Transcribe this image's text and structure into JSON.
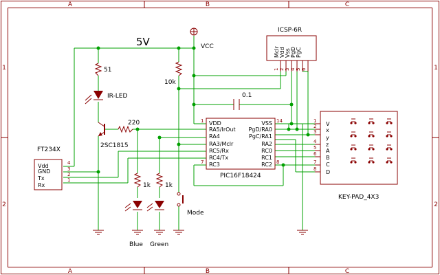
{
  "frame": {
    "cols": [
      "A",
      "B",
      "C"
    ],
    "rows": [
      "1",
      "2"
    ]
  },
  "supply": {
    "net_5v": "5V",
    "vcc": "VCC"
  },
  "ftdi": {
    "ref": "FT234X",
    "pins": [
      {
        "num": "4",
        "name": "Vdd"
      },
      {
        "num": "3",
        "name": "GND"
      },
      {
        "num": "2",
        "name": "Tx"
      },
      {
        "num": "1",
        "name": "Rx"
      }
    ]
  },
  "ir": {
    "resistor": "51",
    "led": "IR-LED",
    "transistor": "2SC1815",
    "base_resistor": "220"
  },
  "pullup": {
    "value": "10k"
  },
  "cap": {
    "value": "0.1"
  },
  "leds": {
    "resistor1": "1k",
    "resistor2": "1k",
    "led1": "Blue",
    "led2": "Green"
  },
  "mode_switch": {
    "label": "Mode"
  },
  "icsp": {
    "ref": "ICSP-6R",
    "pins": [
      {
        "num": "1",
        "name": "Mclr"
      },
      {
        "num": "2",
        "name": "Vdd"
      },
      {
        "num": "3",
        "name": "Vss"
      },
      {
        "num": "4",
        "name": "PgD"
      },
      {
        "num": "5",
        "name": "PgC"
      },
      {
        "num": "6",
        "name": ""
      }
    ]
  },
  "mcu": {
    "ref": "PIC16F18424",
    "left": [
      {
        "num": "1",
        "name": "VDD"
      },
      {
        "num": "",
        "name": "RA5/IrOut"
      },
      {
        "num": "",
        "name": "RA4"
      },
      {
        "num": "",
        "name": "RA3/Mclr"
      },
      {
        "num": "",
        "name": "RC5/Rx"
      },
      {
        "num": "",
        "name": "RC4/Tx"
      },
      {
        "num": "7",
        "name": "RC3"
      }
    ],
    "right": [
      {
        "num": "14",
        "name": "VSS"
      },
      {
        "num": "",
        "name": "PgD/RA0"
      },
      {
        "num": "",
        "name": "PgC/RA1"
      },
      {
        "num": "",
        "name": "RA2"
      },
      {
        "num": "",
        "name": "RC0"
      },
      {
        "num": "",
        "name": "RC1"
      },
      {
        "num": "8",
        "name": "RC2"
      }
    ]
  },
  "keypad": {
    "ref": "KEY-PAD_4X3",
    "pins": [
      {
        "num": "1",
        "name": "V"
      },
      {
        "num": "2",
        "name": "x"
      },
      {
        "num": "3",
        "name": "y"
      },
      {
        "num": "4",
        "name": "z"
      },
      {
        "num": "5",
        "name": "A"
      },
      {
        "num": "6",
        "name": "B"
      },
      {
        "num": "7",
        "name": "C"
      },
      {
        "num": "8",
        "name": "D"
      }
    ]
  }
}
